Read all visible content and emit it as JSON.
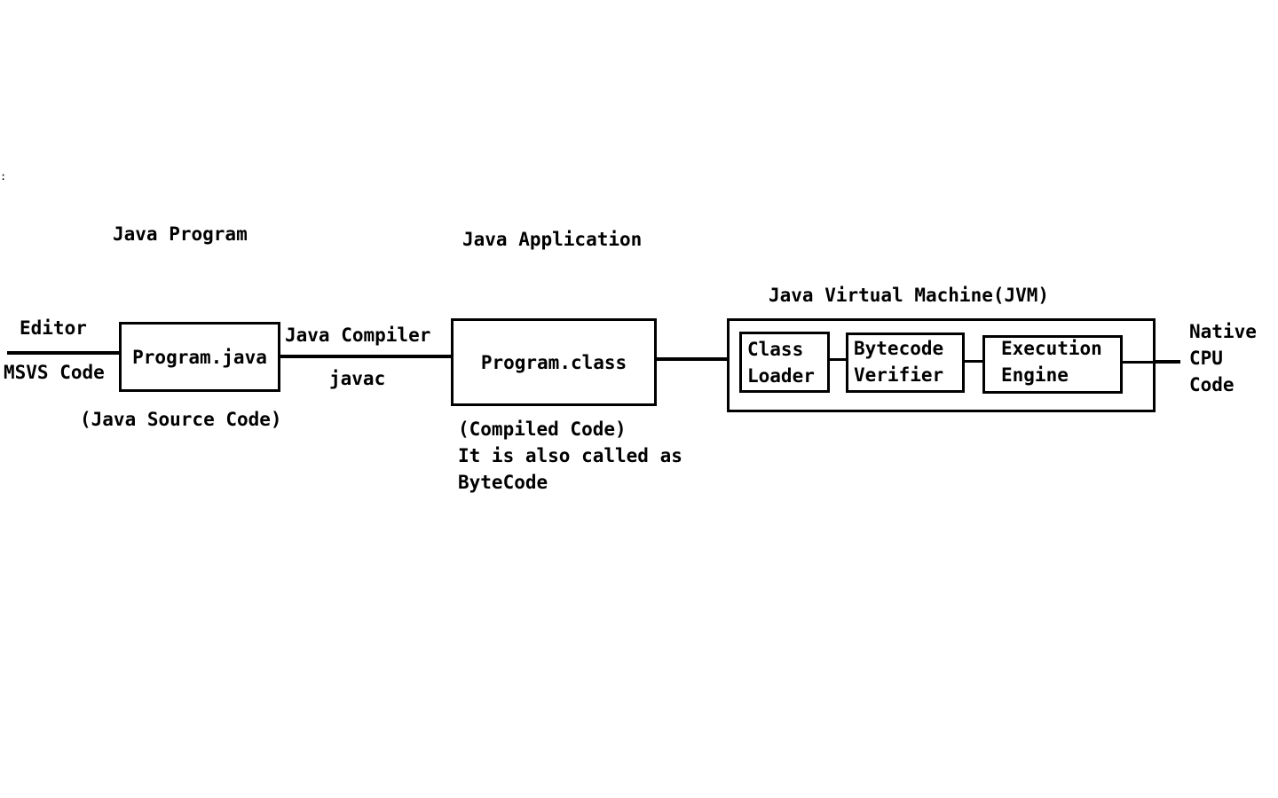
{
  "colors": {
    "ink": "#000000",
    "background": "#ffffff"
  },
  "program": {
    "heading": "Java Program",
    "editor_label": "Editor",
    "editor_name": "MSVS Code",
    "file": "Program.java",
    "caption": "(Java Source Code)"
  },
  "compiler": {
    "label": "Java Compiler",
    "command": "javac"
  },
  "application": {
    "heading": "Java Application",
    "file": "Program.class",
    "caption_line1": "(Compiled Code)",
    "caption_line2": "It is also called as",
    "caption_line3": "ByteCode"
  },
  "jvm": {
    "heading": "Java Virtual Machine(JVM)",
    "components": [
      {
        "line1": "Class",
        "line2": "Loader"
      },
      {
        "line1": "Bytecode",
        "line2": "Verifier"
      },
      {
        "line1": "Execution",
        "line2": "Engine"
      }
    ]
  },
  "output": {
    "line1": "Native",
    "line2": "CPU",
    "line3": "Code"
  }
}
